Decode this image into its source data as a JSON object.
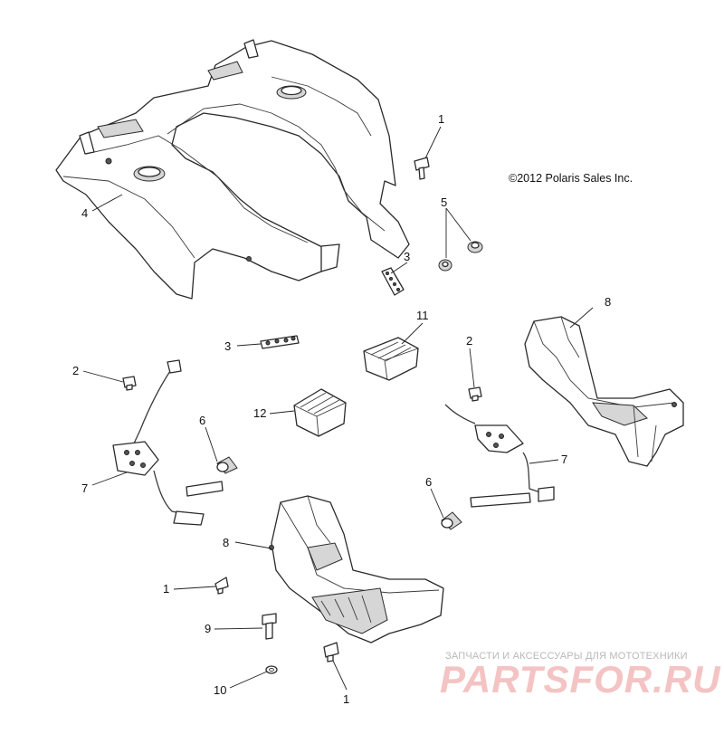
{
  "copyright": "©2012 Polaris Sales Inc.",
  "watermark": {
    "tagline": "ЗАПЧАСТИ И АКСЕССУАРЫ ДЛЯ МОТОТЕХНИКИ",
    "logo": "PARTSFOR.RU"
  },
  "callouts": [
    {
      "id": "c1a",
      "label": "1"
    },
    {
      "id": "c1b",
      "label": "1"
    },
    {
      "id": "c1c",
      "label": "1"
    },
    {
      "id": "c2a",
      "label": "2"
    },
    {
      "id": "c2b",
      "label": "2"
    },
    {
      "id": "c3a",
      "label": "3"
    },
    {
      "id": "c3b",
      "label": "3"
    },
    {
      "id": "c4",
      "label": "4"
    },
    {
      "id": "c5",
      "label": "5"
    },
    {
      "id": "c6a",
      "label": "6"
    },
    {
      "id": "c6b",
      "label": "6"
    },
    {
      "id": "c7a",
      "label": "7"
    },
    {
      "id": "c7b",
      "label": "7"
    },
    {
      "id": "c8a",
      "label": "8"
    },
    {
      "id": "c8b",
      "label": "8"
    },
    {
      "id": "c9",
      "label": "9"
    },
    {
      "id": "c10",
      "label": "10"
    },
    {
      "id": "c11",
      "label": "11"
    },
    {
      "id": "c12",
      "label": "12"
    }
  ],
  "colors": {
    "line": "#2a2a2a",
    "watermark_logo": "#f4c3c3",
    "watermark_text": "#b9b9b9"
  }
}
